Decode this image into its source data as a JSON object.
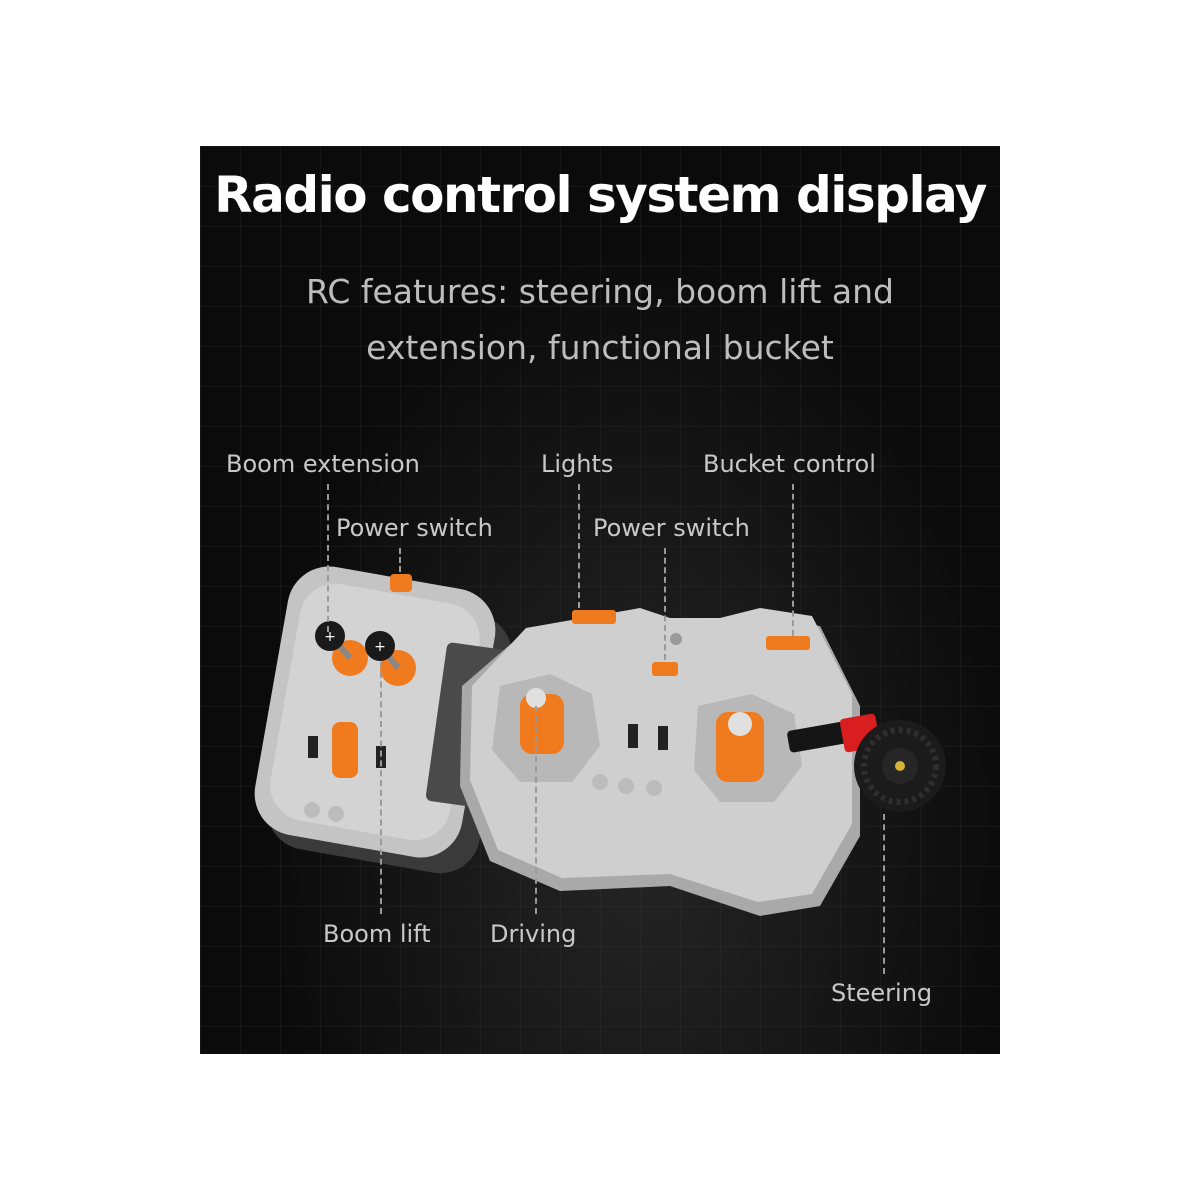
{
  "header": {
    "title": "Radio control system display",
    "subtitle": "RC features: steering, boom lift and extension, functional bucket"
  },
  "callouts": {
    "boom_extension": "Boom extension",
    "power_switch_left": "Power switch",
    "lights": "Lights",
    "power_switch_right": "Power switch",
    "bucket_control": "Bucket control",
    "boom_lift": "Boom lift",
    "driving": "Driving",
    "steering": "Steering"
  },
  "colors": {
    "background": "#0b0b0b",
    "device_gray": "#c9c9c9",
    "accent_orange": "#f07a1e",
    "axle_red": "#d81e1e"
  }
}
